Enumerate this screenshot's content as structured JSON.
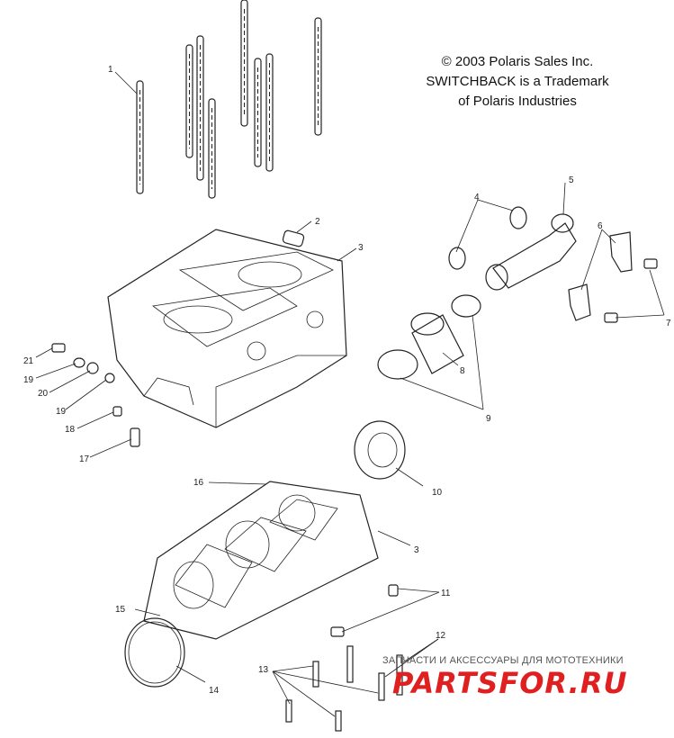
{
  "copyright": {
    "line1": "© 2003 Polaris Sales Inc.",
    "line2": "SWITCHBACK is a Trademark",
    "line3": "of Polaris Industries"
  },
  "callouts": {
    "c1": "1",
    "c2": "2",
    "c3": "3",
    "c4": "4",
    "c5": "5",
    "c6": "6",
    "c7": "7",
    "c8": "8",
    "c9": "9",
    "c10": "10",
    "c11": "11",
    "c12": "12",
    "c13": "13",
    "c14": "14",
    "c15": "15",
    "c16": "16",
    "c17": "17",
    "c18": "18",
    "c19": "19",
    "c19b": "19",
    "c20": "20",
    "c21": "21",
    "c3b": "3"
  },
  "watermark": {
    "tagline": "ЗАПЧАСТИ И АКСЕССУАРЫ ДЛЯ МОТОТЕХНИКИ",
    "logo": "PARTSFOR.RU"
  }
}
